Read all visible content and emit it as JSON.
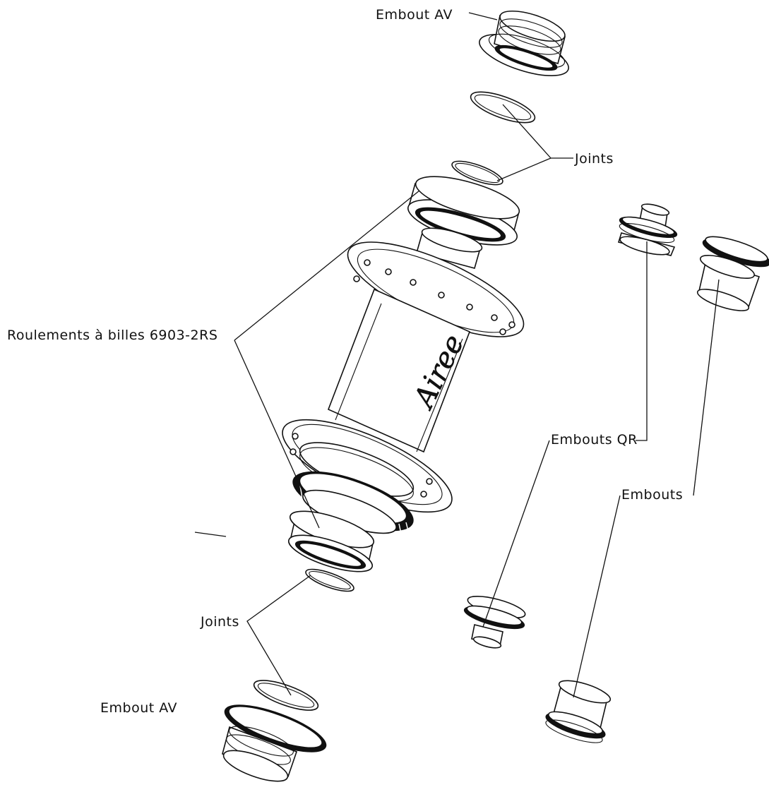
{
  "labels": {
    "embout_av_top": "Embout AV",
    "joints_top": "Joints",
    "roulements": "Roulements à billes 6903-2RS",
    "embouts_qr": "Embouts QR",
    "embouts": "Embouts",
    "joints_bottom": "Joints",
    "embout_av_bottom": "Embout AV"
  },
  "brand": "Airee"
}
